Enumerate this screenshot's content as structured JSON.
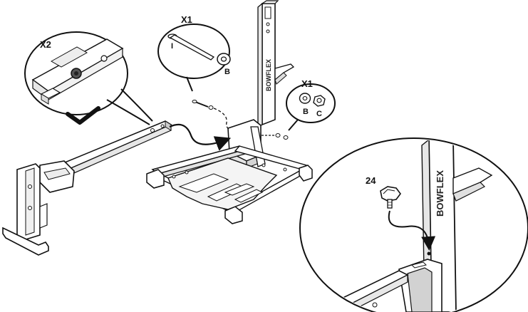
{
  "labels": {
    "x1_top": "X1",
    "x2": "X2",
    "x1_right": "X1",
    "part_i": "I",
    "part_b_top": "B",
    "part_b_right": "B",
    "part_c": "C",
    "part_24": "24"
  },
  "brand": {
    "mast_text": "BOWFLEX"
  },
  "colors": {
    "line": "#111111",
    "frame_fill": "#ffffff",
    "shade": "#d9d9d9",
    "dark": "#333333"
  },
  "icons": {
    "check": "checkmark-icon",
    "arrow": "curved-arrow-icon"
  }
}
